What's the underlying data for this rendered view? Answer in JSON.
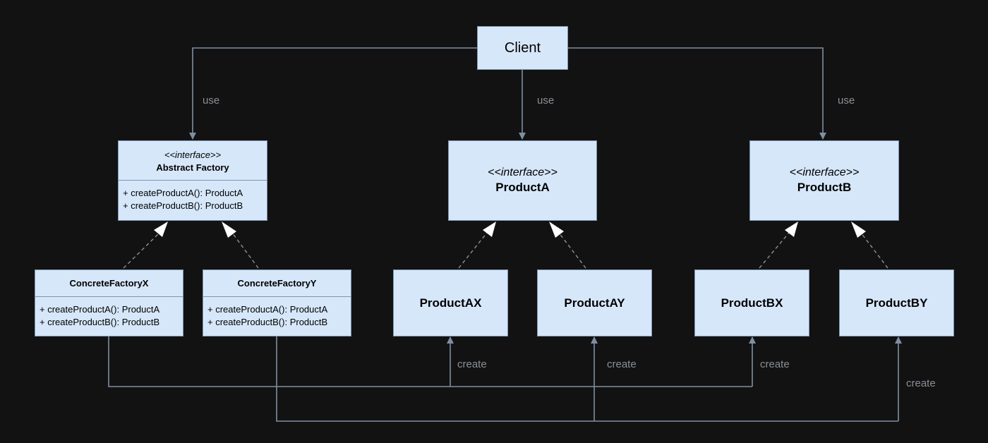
{
  "colors": {
    "background": "#121212",
    "box_fill": "#d6e7fa",
    "box_border": "#7e96b0",
    "edge": "#7e8fa1",
    "label": "#8a8f96"
  },
  "client": {
    "label": "Client"
  },
  "abstract_factory": {
    "stereotype": "<<interface>>",
    "title": "Abstract Factory",
    "methods": [
      "+ createProductA(): ProductA",
      "+ createProductB(): ProductB"
    ]
  },
  "concrete_factory_x": {
    "title": "ConcreteFactoryX",
    "methods": [
      "+ createProductA(): ProductA",
      "+ createProductB(): ProductB"
    ]
  },
  "concrete_factory_y": {
    "title": "ConcreteFactoryY",
    "methods": [
      "+ createProductA(): ProductA",
      "+ createProductB(): ProductB"
    ]
  },
  "product_a": {
    "stereotype": "<<interface>>",
    "title": "ProductA"
  },
  "product_b": {
    "stereotype": "<<interface>>",
    "title": "ProductB"
  },
  "product_ax": {
    "title": "ProductAX"
  },
  "product_ay": {
    "title": "ProductAY"
  },
  "product_bx": {
    "title": "ProductBX"
  },
  "product_by": {
    "title": "ProductBY"
  },
  "edge_labels": {
    "use_factory": "use",
    "use_product_a": "use",
    "use_product_b": "use",
    "create_ax": "create",
    "create_ay": "create",
    "create_bx": "create",
    "create_by": "create"
  }
}
